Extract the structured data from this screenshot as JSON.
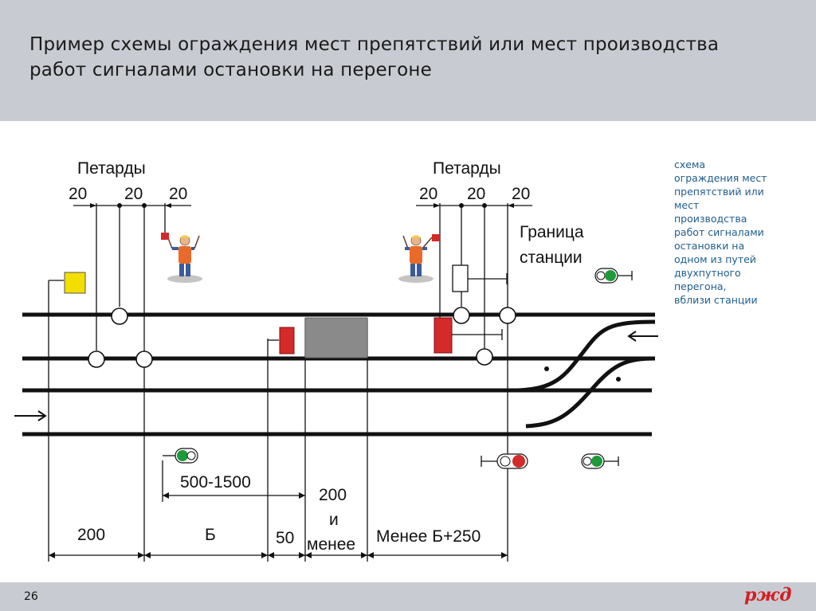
{
  "title": "Пример схемы ограждения мест препятствий или мест производства\nработ сигналами остановки на перегоне",
  "caption": "схема\nограждения мест\nпрепятствий или\nмест\nпроизводства\nработ сигналами\nостановки на\nодном из путей\nдвухпутного\nперегона,\nвблизи станции",
  "page_number": "26",
  "logo_text": "ржд",
  "labels": {
    "petardy_left": "Петарды",
    "petardy_right": "Петарды",
    "spacing_1": "20",
    "spacing_2": "20",
    "spacing_3": "20",
    "spacing_4": "20",
    "spacing_5": "20",
    "spacing_6": "20",
    "station_boundary_line1": "Граница",
    "station_boundary_line2": "станции",
    "dim_500_1500": "500-1500",
    "dim_200": "200",
    "dim_b": "Б",
    "dim_50": "50",
    "dim_200_or_less_1": "200",
    "dim_200_or_less_2": "и",
    "dim_200_or_less_3": "менее",
    "dim_less_b_250": "Менее Б+250"
  },
  "colors": {
    "header_bg": "#c8cbd2",
    "caption": "#1f5d8f",
    "stop_red": "#d42a2a",
    "yellow": "#f2df00",
    "green": "#1e9a3a",
    "obstacle": "#8a8a8a",
    "logo": "#d21f24"
  }
}
